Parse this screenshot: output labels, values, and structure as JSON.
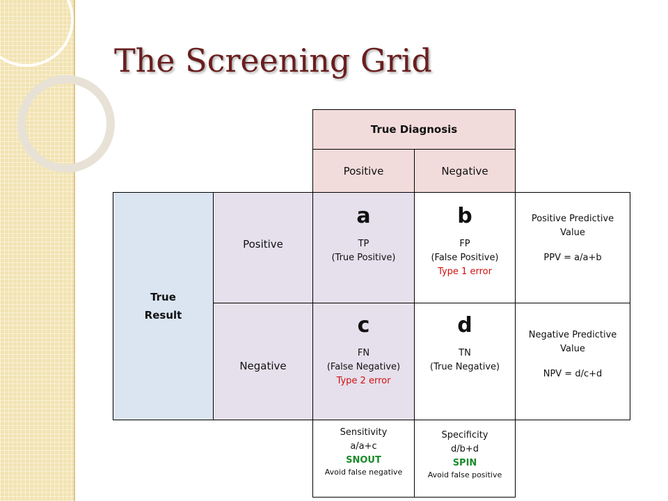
{
  "slide": {
    "title": "The Screening Grid"
  },
  "grid": {
    "true_diagnosis": "True Diagnosis",
    "col_positive": "Positive",
    "col_negative": "Negative",
    "true_result": "True Result",
    "row_positive": "Positive",
    "row_negative": "Negative",
    "cell_a": {
      "letter": "a",
      "abbr": "TP",
      "desc": "(True Positive)"
    },
    "cell_b": {
      "letter": "b",
      "abbr": "FP",
      "desc": "(False Positive)",
      "error": "Type 1 error"
    },
    "cell_c": {
      "letter": "c",
      "abbr": "FN",
      "desc": "(False Negative)",
      "error": "Type 2 error"
    },
    "cell_d": {
      "letter": "d",
      "abbr": "TN",
      "desc": "(True Negative)"
    },
    "ppv": {
      "line1": "Positive Predictive",
      "line2": "Value",
      "formula": "PPV = a/a+b"
    },
    "npv": {
      "line1": "Negative Predictive",
      "line2": "Value",
      "formula": "NPV = d/c+d"
    },
    "sensitivity": {
      "label": "Sensitivity",
      "formula": "a/a+c",
      "mnemonic": "SNOUT",
      "note": "Avoid false negative"
    },
    "specificity": {
      "label": "Specificity",
      "formula": "d/b+d",
      "mnemonic": "SPIN",
      "note": "Avoid false positive"
    }
  },
  "colors": {
    "title": "#6a1e1e",
    "header_fill": "#f2dcdb",
    "result_fill": "#dbe5f1",
    "cell_fill": "#e5e0ec",
    "error_text": "#d01010",
    "mnemonic_text": "#1a8a2a"
  }
}
